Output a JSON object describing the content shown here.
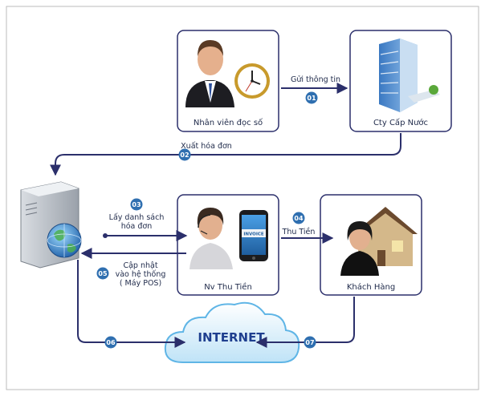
{
  "nodes": {
    "meter_reader": {
      "label": "Nhân viên đọc số"
    },
    "water_company": {
      "label": "Cty Cấp Nước"
    },
    "collector": {
      "label": "Nv Thu Tiền"
    },
    "customer": {
      "label": "Khách Hàng"
    },
    "internet": {
      "label": "INTERNET"
    },
    "phone_app": {
      "label": "INVOICE"
    }
  },
  "steps": [
    {
      "num": "01",
      "label": "Gửi thông tin"
    },
    {
      "num": "02",
      "label": "Xuất hóa đơn"
    },
    {
      "num": "03",
      "label_lines": [
        "Lấy danh sách",
        "hóa đơn"
      ]
    },
    {
      "num": "04",
      "label": "Thu Tiền"
    },
    {
      "num": "05",
      "label_lines": [
        "Cập nhật",
        "vào hệ thống",
        "( Máy POS)"
      ]
    },
    {
      "num": "06"
    },
    {
      "num": "07"
    }
  ],
  "colors": {
    "line": "#2b2f6b",
    "badge": "#2f6fb0",
    "box_border": "#2b2f6b",
    "frame": "#bbbbbb"
  }
}
